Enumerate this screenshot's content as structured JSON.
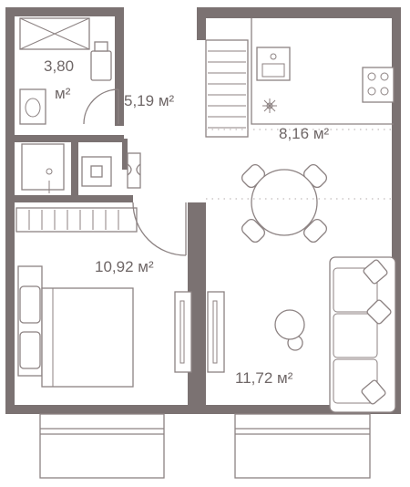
{
  "plan": {
    "rooms": [
      {
        "id": "bathroom",
        "area": "3,80",
        "unit": "м²"
      },
      {
        "id": "hallway",
        "area": "5,19",
        "unit": "м²"
      },
      {
        "id": "kitchen",
        "area": "8,16",
        "unit": "м²"
      },
      {
        "id": "bedroom",
        "area": "10,92",
        "unit": "м²"
      },
      {
        "id": "living-room",
        "area": "11,72",
        "unit": "м²"
      }
    ],
    "icons": [
      "snowflake-icon"
    ],
    "colors": {
      "wall": "#7b7272",
      "line": "#8c8282",
      "text": "#6f6767"
    }
  }
}
